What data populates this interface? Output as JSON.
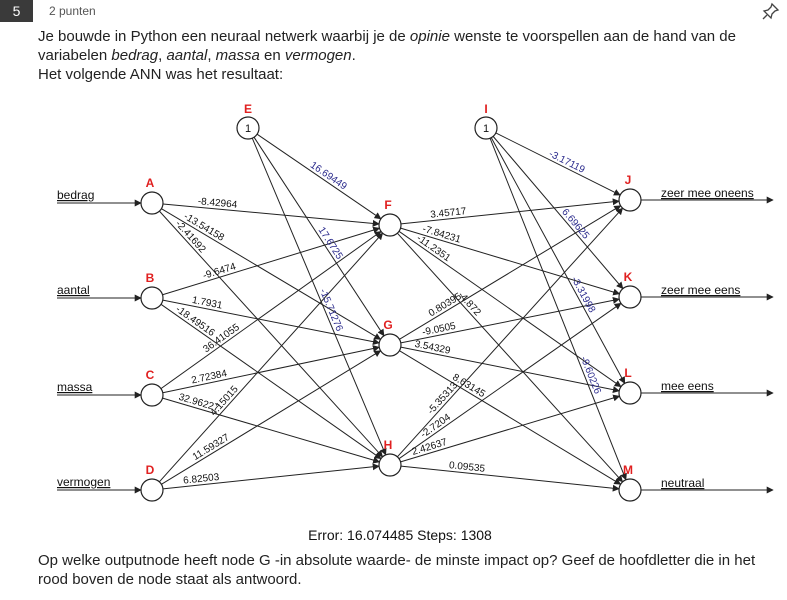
{
  "question": {
    "number": "5",
    "points": "2 punten",
    "intro_1": "Je bouwde in Python een neuraal netwerk waarbij je de ",
    "intro_opinie": "opinie",
    "intro_2": " wenste te voorspellen aan de hand van de variabelen ",
    "var_bedrag": "bedrag",
    "sep_1": ", ",
    "var_aantal": "aantal",
    "sep_2": ", ",
    "var_massa": "massa",
    "sep_3": " en ",
    "var_vermogen": "vermogen",
    "end": ".",
    "result_line": "Het volgende ANN was het resultaat:",
    "prompt": "Op welke outputnode heeft node G -in absolute waarde- de minste impact op? Geef de hoofdletter die in het rood boven de node staat  als antwoord."
  },
  "network": {
    "inputs": [
      "bedrag",
      "aantal",
      "massa",
      "vermogen"
    ],
    "outputs": [
      "zeer mee oneens",
      "zeer mee eens",
      "mee eens",
      "neutraal"
    ],
    "node_letters": {
      "A": "A",
      "B": "B",
      "C": "C",
      "D": "D",
      "E": "E",
      "F": "F",
      "G": "G",
      "H": "H",
      "I": "I",
      "J": "J",
      "K": "K",
      "L": "L",
      "M": "M"
    },
    "bias_value": "1",
    "weights": {
      "A_F": "-8.42964",
      "A_G": "-13.54158",
      "A_H": "-2.41692",
      "B_F": "-9.6474",
      "B_G": "1.7931",
      "B_H": "-18.49516",
      "C_F": "36.41055",
      "C_G": "2.72384",
      "C_H": "32.96227",
      "D_F": "4.15015",
      "D_G": "11.59327",
      "D_H": "6.82503",
      "E_F": "16.69449",
      "E_G": "17.6725",
      "E_H": "-15.71276",
      "F_J": "3.45717",
      "F_K": "-7.84231",
      "F_L": "-11.2351",
      "F_M": "-4.872",
      "G_J": "0.80395",
      "G_K": "-9.0505",
      "G_L": "3.54329",
      "G_M": "8.63145",
      "H_J": "-5.35313",
      "H_K": "-2.7204",
      "H_L": "2.42637",
      "H_M": "0.09535",
      "I_J": "-3.17119",
      "I_K": "6.69625",
      "I_L": "-3.31998",
      "I_M": "-9.60226"
    },
    "summary": "Error: 16.074485   Steps: 1308"
  },
  "colors": {
    "node_letter": "#e02020",
    "bias_weight": "#2a2a8c",
    "edge": "#222222",
    "qnum_bg": "#3a3a3a"
  }
}
